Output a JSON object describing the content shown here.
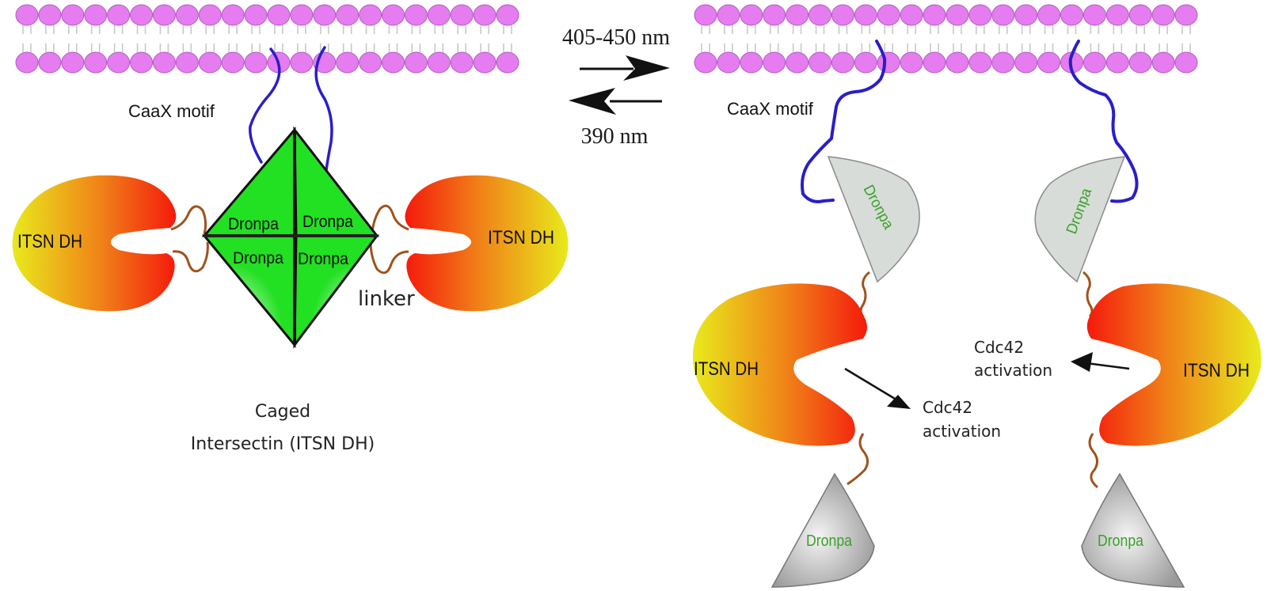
{
  "figure": {
    "transition": {
      "forward_label": "405-450 nm",
      "reverse_label": "390 nm"
    },
    "left_panel": {
      "membrane": {
        "heads_per_leaflet": 22,
        "leaflets": 2
      },
      "caax_label": "CaaX motif",
      "domain_left_label": "ITSN DH",
      "domain_right_label": "ITSN DH",
      "cage_labels": [
        "Dronpa",
        "Dronpa",
        "Dronpa",
        "Dronpa"
      ],
      "linker_label": "linker",
      "caption_line1": "Caged",
      "caption_line2": "Intersectin (ITSN DH)"
    },
    "right_panel": {
      "membrane": {
        "heads_per_leaflet": 22,
        "leaflets": 2
      },
      "caax_label": "CaaX motif",
      "domain_left_label": "ITSN DH",
      "domain_right_label": "ITSN DH",
      "dronpa_upper_left": "Dronpa",
      "dronpa_upper_right": "Dronpa",
      "dronpa_lower_left": "Dronpa",
      "dronpa_lower_right": "Dronpa",
      "activation_left_line1": "Cdc42",
      "activation_left_line2": "activation",
      "activation_right_line1": "Cdc42",
      "activation_right_line2": "activation"
    },
    "colors": {
      "lipid_head": "#e57cf0",
      "lipid_head_stroke": "#b15bc0",
      "lipid_tail": "#c8c8c8",
      "caax": "#2a1ec8",
      "linker": "#a0521c",
      "cage_green": "#22e022",
      "domain_yellow": "#e8e81e",
      "domain_red": "#f22010",
      "dronpa_grey": "#d8dcd8",
      "dronpa_text": "#3aa02a"
    }
  }
}
